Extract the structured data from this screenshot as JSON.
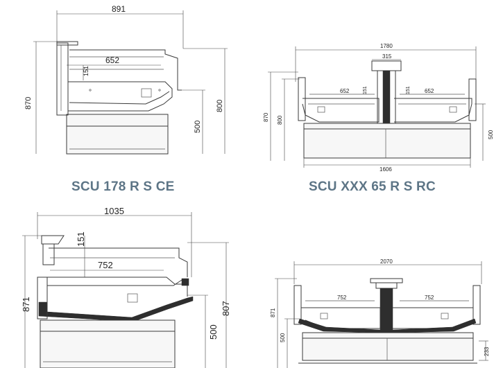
{
  "captions": {
    "top_left": "SCU 178 R S CE",
    "top_right": "SCU XXX 65 R S RC"
  },
  "drawings": {
    "top_left": {
      "width": "891",
      "inner": "652",
      "h_small": "151",
      "height": "870",
      "h_total": "800",
      "h_counter": "500"
    },
    "top_right": {
      "width": "1780",
      "top": "315",
      "inner_left": "652",
      "inner_right": "652",
      "h_small_left": "151",
      "h_small_right": "151",
      "height": "870",
      "h_total": "800",
      "h_counter": "500",
      "base": "1606"
    },
    "bottom_left": {
      "width": "1035",
      "inner": "752",
      "h_small": "151",
      "height": "871",
      "h_total": "807",
      "h_counter": "500"
    },
    "bottom_right": {
      "width": "2070",
      "inner_left": "752",
      "inner_right": "752",
      "height": "871",
      "h_counter": "500",
      "h_base": "233"
    }
  },
  "colors": {
    "caption": "#5d7586",
    "line": "#3a3a3a"
  }
}
